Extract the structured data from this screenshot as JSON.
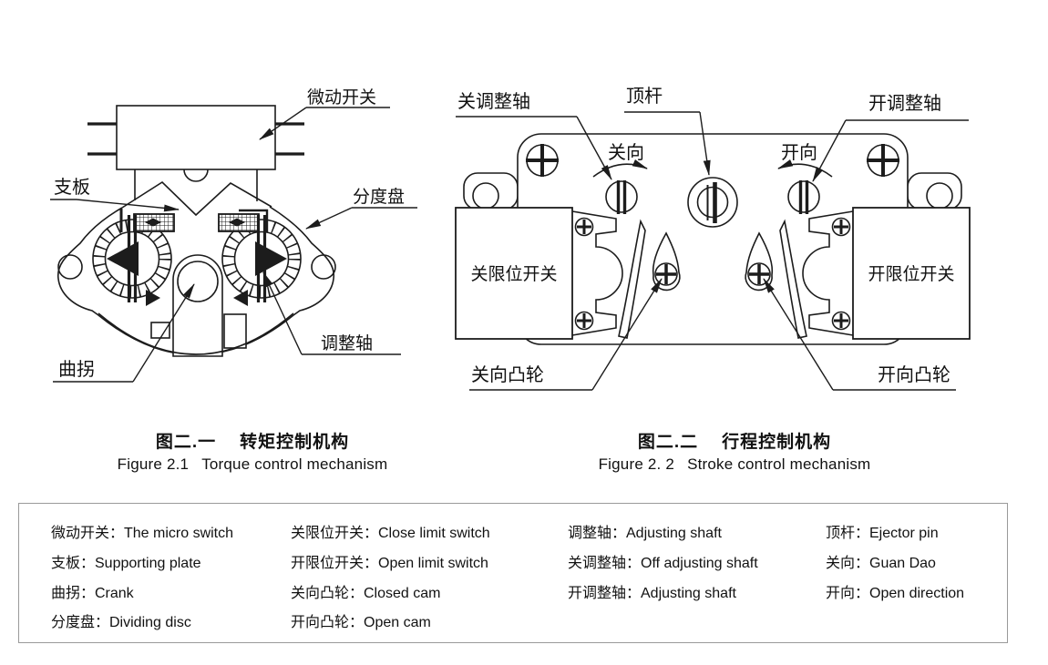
{
  "figure1": {
    "labels": {
      "micro_switch": "微动开关",
      "supporting_plate": "支板",
      "dividing_disc": "分度盘",
      "adjusting_shaft": "调整轴",
      "crank": "曲拐"
    },
    "caption_zh_num": "图二.一",
    "caption_zh_title": "转矩控制机构",
    "caption_en_num": "Figure 2.1",
    "caption_en_title": "Torque control mechanism"
  },
  "figure2": {
    "labels": {
      "close_adjusting_shaft": "关调整轴",
      "ejector_pin": "顶杆",
      "open_adjusting_shaft": "开调整轴",
      "close_direction": "关向",
      "open_direction": "开向",
      "close_limit_switch": "关限位开关",
      "open_limit_switch": "开限位开关",
      "close_cam": "关向凸轮",
      "open_cam": "开向凸轮"
    },
    "caption_zh_num": "图二.二",
    "caption_zh_title": "行程控制机构",
    "caption_en_num": "Figure 2. 2",
    "caption_en_title": "Stroke control mechanism"
  },
  "legend": {
    "columns": [
      [
        "微动开关：The micro switch",
        "支板：Supporting plate",
        "曲拐：Crank",
        "分度盘：Dividing disc"
      ],
      [
        "关限位开关：Close limit switch",
        "开限位开关：Open limit switch",
        "关向凸轮：Closed cam",
        "开向凸轮：Open cam"
      ],
      [
        "调整轴：Adjusting shaft",
        "关调整轴：Off adjusting shaft",
        "开调整轴：Adjusting shaft"
      ],
      [
        "顶杆：Ejector pin",
        "关向：Guan Dao",
        "开向：Open direction"
      ]
    ]
  },
  "colors": {
    "line": "#1c1c1c",
    "text": "#111111",
    "legend_border": "#9a9a9a"
  }
}
